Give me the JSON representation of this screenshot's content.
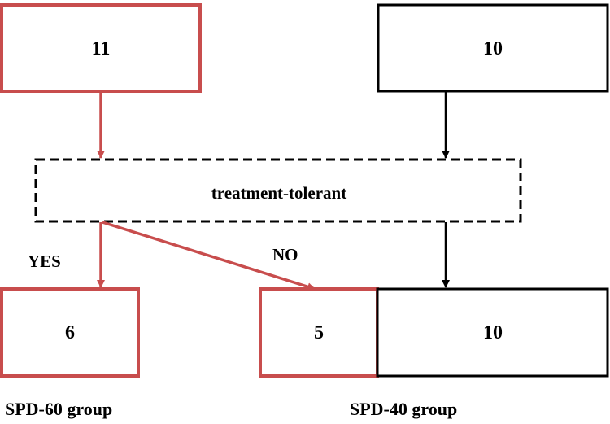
{
  "colors": {
    "red": "#c84d4d",
    "black": "#000000",
    "background": "#ffffff"
  },
  "boxes": {
    "top_left": "11",
    "top_right": "10",
    "middle": "treatment-tolerant",
    "bottom_left": "6",
    "bottom_middle": "5",
    "bottom_right": "10"
  },
  "branches": {
    "yes": "YES",
    "no": "NO"
  },
  "groups": {
    "left": "SPD-60 group",
    "right": "SPD-40 group"
  }
}
